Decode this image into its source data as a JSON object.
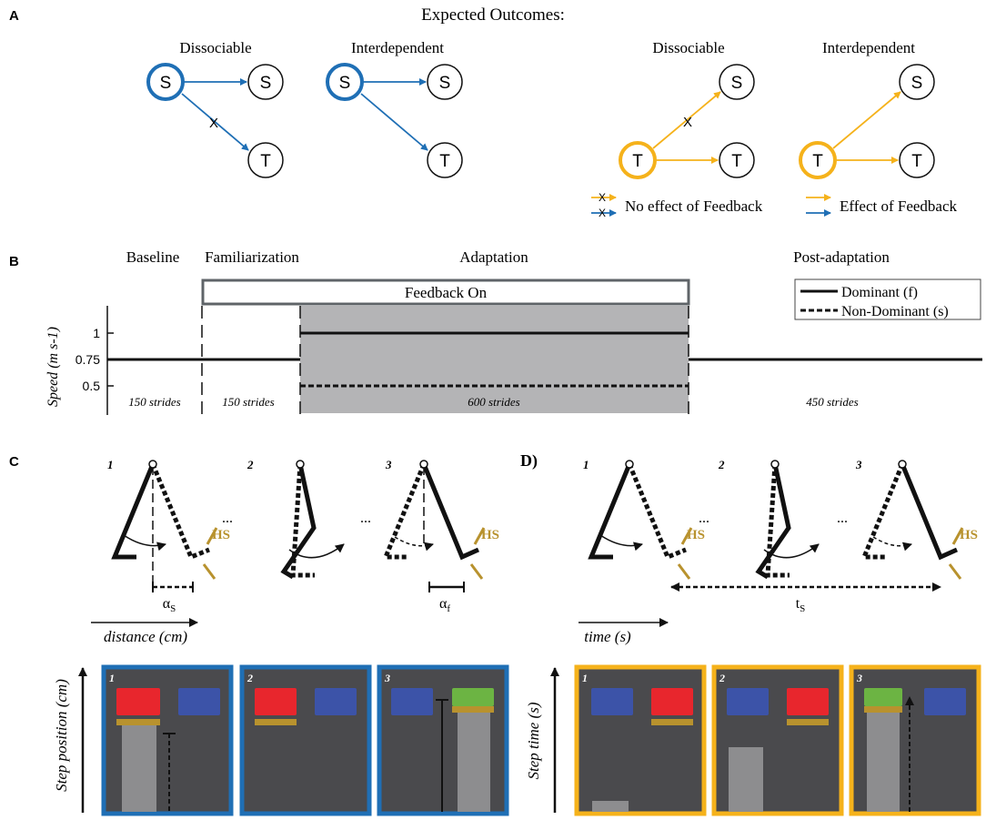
{
  "panelA": {
    "letter": "A",
    "title": "Expected Outcomes:",
    "labels": {
      "dissociable": "Dissociable",
      "interdependent": "Interdependent"
    },
    "nodes": {
      "s": "S",
      "t": "T",
      "x": "X"
    },
    "legend": {
      "no_effect": "No effect of Feedback",
      "effect": "Effect of Feedback"
    },
    "colors": {
      "blue": "#1f6fb5",
      "orange": "#f5b21b"
    }
  },
  "panelB": {
    "letter": "B",
    "phases": [
      "Baseline",
      "Familiarization",
      "Adaptation",
      "Post-adaptation"
    ],
    "feedback_label": "Feedback On",
    "ylabel": "Speed (m s-1)",
    "yticks": [
      "1",
      "0.75",
      "0.5"
    ],
    "strides": [
      "150 strides",
      "150 strides",
      "600 strides",
      "450 strides"
    ],
    "legend": {
      "dominant": "Dominant (f)",
      "non_dominant": "Non-Dominant (s)"
    },
    "chart_data": {
      "type": "line",
      "ylabel": "Speed (m s-1)",
      "yticks": [
        1,
        0.75,
        0.5
      ],
      "series": [
        {
          "name": "Dominant (f)",
          "segments": [
            {
              "phase": "Baseline",
              "speed": 0.75
            },
            {
              "phase": "Familiarization",
              "speed": 0.75
            },
            {
              "phase": "Adaptation",
              "speed": 1
            },
            {
              "phase": "Post-adaptation",
              "speed": 0.75
            }
          ]
        },
        {
          "name": "Non-Dominant (s)",
          "segments": [
            {
              "phase": "Baseline",
              "speed": 0.75
            },
            {
              "phase": "Familiarization",
              "speed": 0.75
            },
            {
              "phase": "Adaptation",
              "speed": 0.5
            },
            {
              "phase": "Post-adaptation",
              "speed": 0.75
            }
          ]
        }
      ]
    }
  },
  "panelC": {
    "letter": "C",
    "frames": [
      "1",
      "2",
      "3"
    ],
    "hs": "HS",
    "ellipsis": "...",
    "alpha_s": "α",
    "alpha_s_sub": "S",
    "alpha_f": "α",
    "alpha_f_sub": "f",
    "axis": "distance (cm)",
    "vertical_label": "Step position (cm)",
    "box_color": "#1f6fb5"
  },
  "panelD": {
    "letter": "D)",
    "frames": [
      "1",
      "2",
      "3"
    ],
    "hs": "HS",
    "ellipsis": "...",
    "t_s": "t",
    "t_s_sub": "S",
    "axis": "time (s)",
    "vertical_label": "Step time (s)",
    "box_color": "#f5b21b"
  },
  "screen_colors": {
    "bg": "#4a4a4d",
    "red": "#e8262d",
    "blue": "#3c53a8",
    "green": "#6cb443",
    "gold": "#b8922e",
    "bar": "#8d8d8f"
  }
}
